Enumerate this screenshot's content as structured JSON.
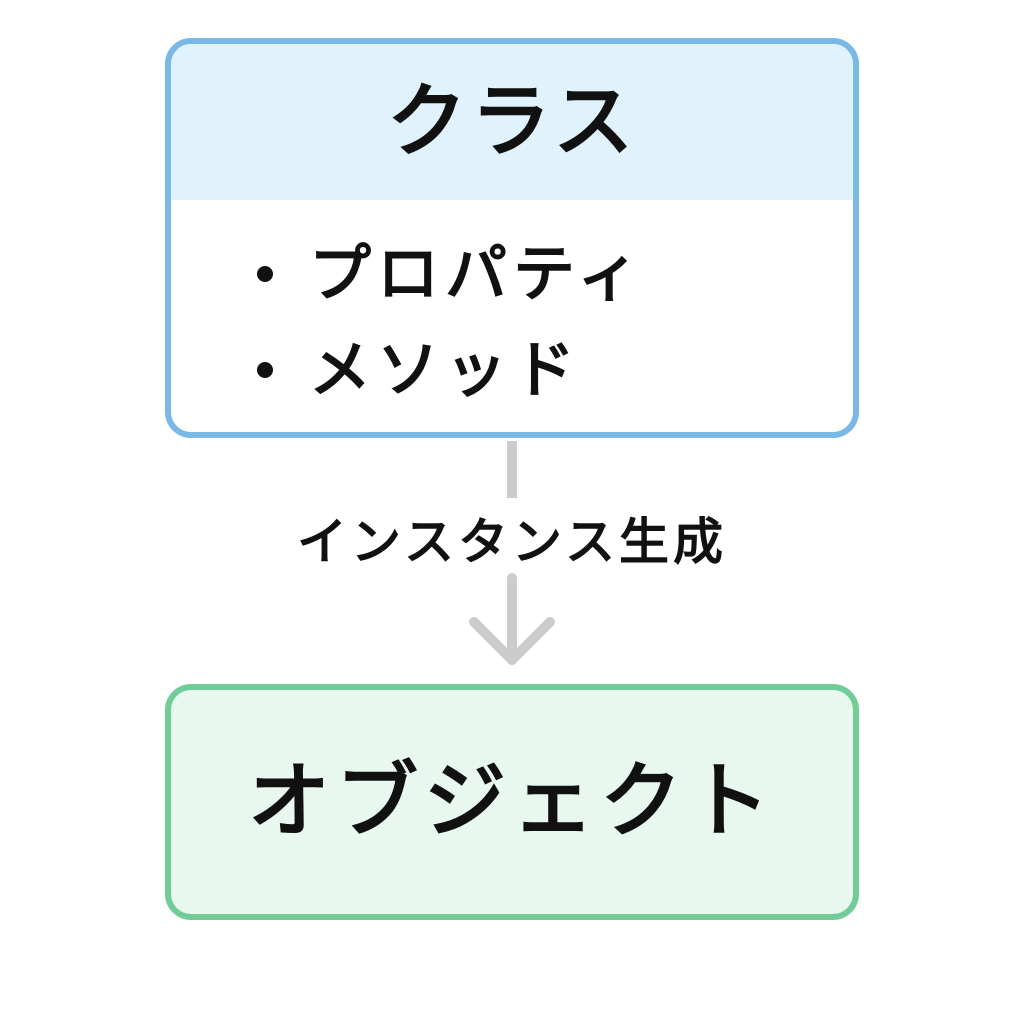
{
  "class_box": {
    "title": "クラス",
    "members": [
      "プロパティ",
      "メソッド"
    ],
    "border_color": "#7ab8e6",
    "header_color": "#e0f3fc"
  },
  "connector": {
    "label": "インスタンス生成",
    "color": "#cccccc"
  },
  "object_box": {
    "title": "オブジェクト",
    "border_color": "#72cc98",
    "fill_color": "#e9f8ee"
  }
}
